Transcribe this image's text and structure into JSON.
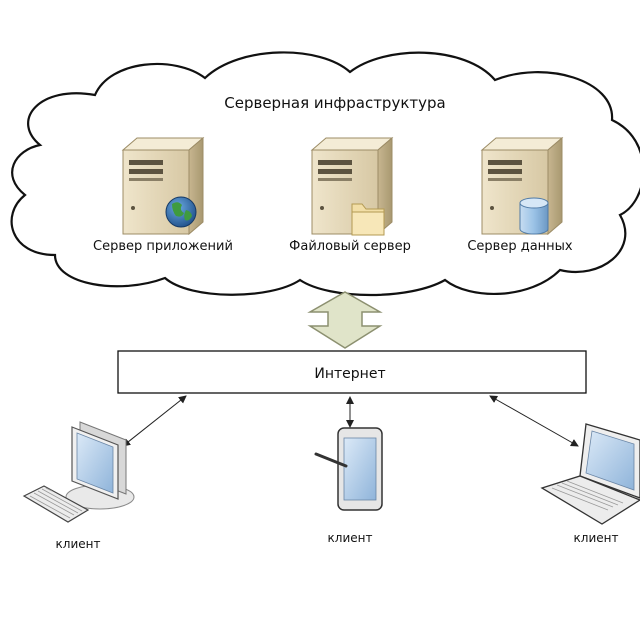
{
  "cloud": {
    "title": "Серверная инфраструктура"
  },
  "servers": [
    {
      "label": "Сервер приложений",
      "badge_icon": "globe-icon"
    },
    {
      "label": "Файловый сервер",
      "badge_icon": "folder-icon"
    },
    {
      "label": "Сервер данных",
      "badge_icon": "database-icon"
    }
  ],
  "internet": {
    "label": "Интернет"
  },
  "clients": [
    {
      "label": "клиент",
      "device": "desktop-computer-icon"
    },
    {
      "label": "клиент",
      "device": "mobile-device-icon"
    },
    {
      "label": "клиент",
      "device": "laptop-icon"
    }
  ],
  "colors": {
    "server_body": "#e8dcc0",
    "server_dark": "#b5a580",
    "double_arrow_fill": "#dfe3c9",
    "globe": "#2a6fb0",
    "database": "#9ac2e6",
    "screen": "#b9d3ec"
  }
}
